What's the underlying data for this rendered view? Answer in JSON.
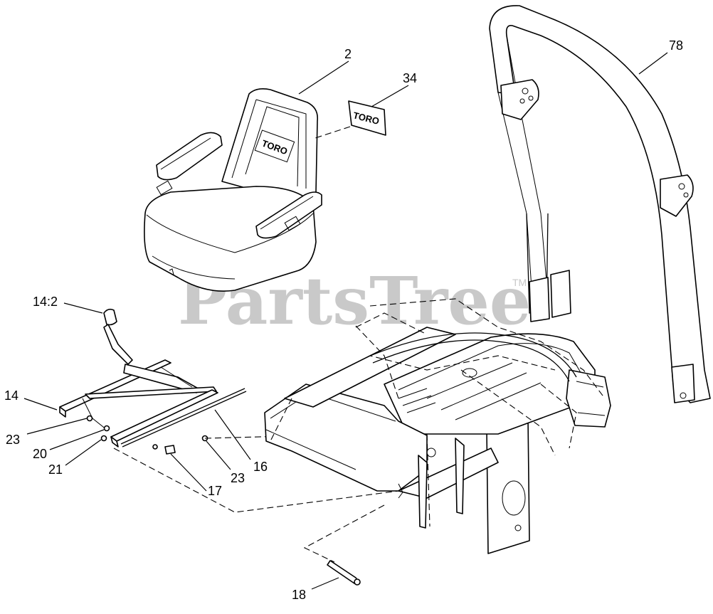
{
  "watermark": {
    "text": "PartsTree",
    "tm": "TM"
  },
  "callouts": {
    "seat": "2",
    "decal": "34",
    "rops": "78",
    "lever": "14:2",
    "seat_rail": "14",
    "nut_left": "23",
    "washer": "20",
    "bolt_left": "21",
    "rod": "16",
    "nut_right": "23",
    "bolt_right": "17",
    "pin": "18"
  },
  "decal_text": "TORO",
  "seat_logo_text": "TORO"
}
